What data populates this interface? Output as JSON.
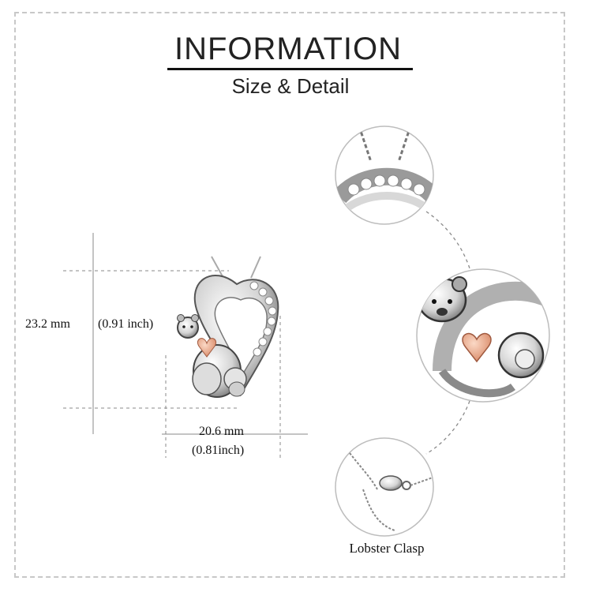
{
  "header": {
    "title": "INFORMATION",
    "subtitle": "Size & Detail"
  },
  "dimensions": {
    "height_mm": "23.2 mm",
    "height_inch": "(0.91 inch)",
    "width_mm": "20.6 mm",
    "width_inch": "(0.81inch)"
  },
  "details": {
    "clasp_label": "Lobster  Clasp"
  },
  "colors": {
    "silver": "#cfcfcf",
    "silver_dark": "#6e6e6e",
    "rose_gold": "#e9a487",
    "dash_gray": "#8a8a8a"
  }
}
